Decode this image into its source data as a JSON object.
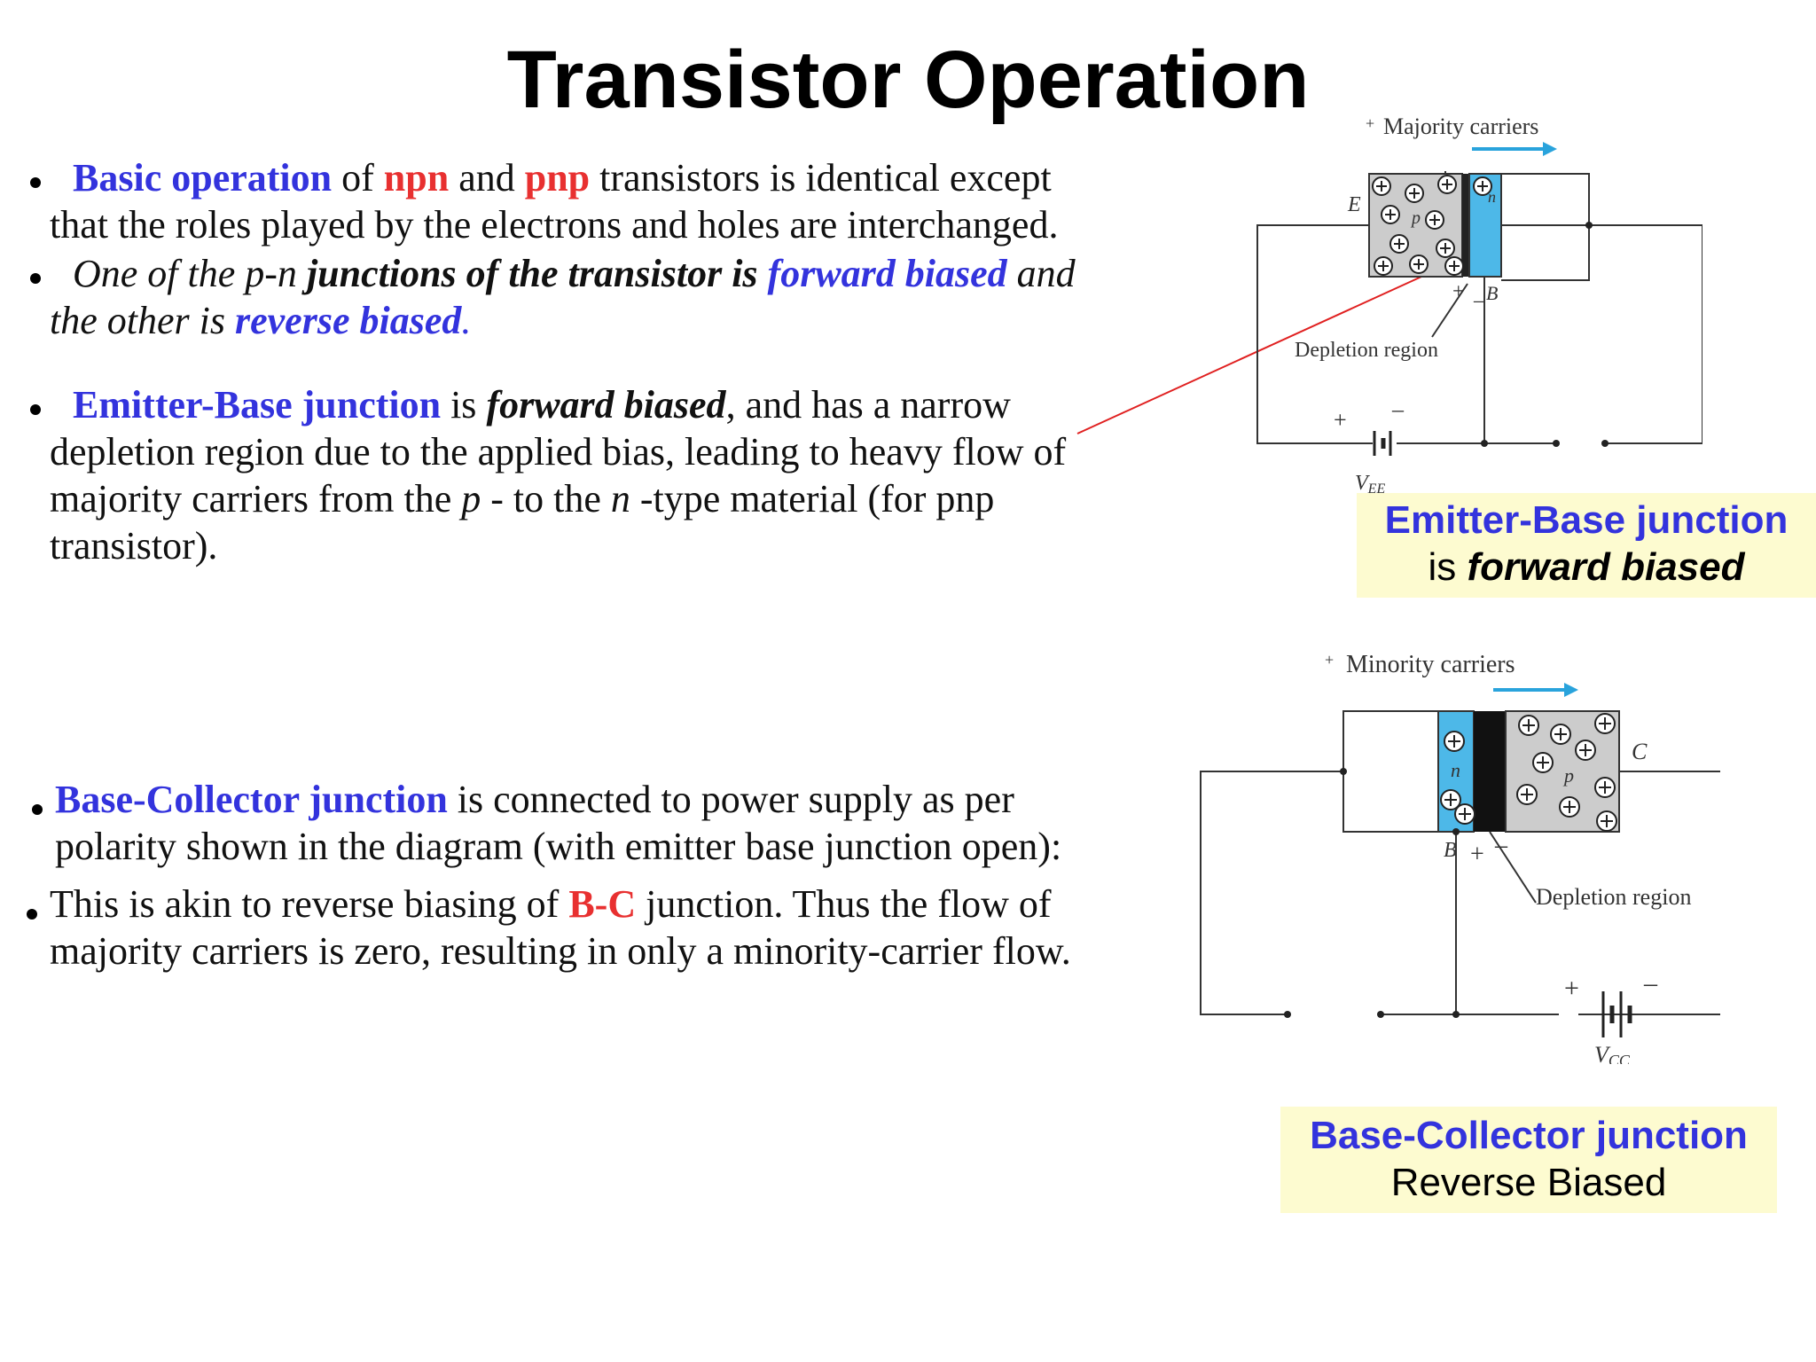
{
  "slide": {
    "title": "Transistor Operation"
  },
  "bullets": {
    "b1": {
      "t1": "Basic operation",
      "t2": " of ",
      "t3": "npn",
      "t4": " and ",
      "t5": "pnp",
      "t6": " transistors is identical except that the roles played by the electrons and holes are interchanged."
    },
    "b2": {
      "t1": "One of the p-n ",
      "t2": "junctions of the transistor is ",
      "t3": "forward biased",
      "t4": " and the other is ",
      "t5": "reverse biased",
      "t6": "."
    },
    "b3": {
      "t1": "Emitter-Base junction",
      "t2": " is ",
      "t3": "forward biased",
      "t4": ", and has a narrow depletion region due to the applied bias, leading to heavy flow of majority carriers from the ",
      "t5": "p",
      "t6": " - to the ",
      "t7": "n",
      "t8": " -type material (for pnp transistor)."
    },
    "b4": {
      "t1": "Base-Collector junction",
      "t2": " is connected to power supply as per polarity shown in the diagram (with emitter base junction open):"
    },
    "b5": {
      "t1": "This is akin to reverse biasing of ",
      "t2": "B-C",
      "t3": " junction. Thus the flow of majority carriers is zero, resulting in only a minority-carrier flow."
    }
  },
  "diagram_eb": {
    "carriers_label": "Majority carriers",
    "plus": "+",
    "minus": "–",
    "e_label": "E",
    "b_label": "B",
    "p_label": "p",
    "n_label": "n",
    "depletion_label": "Depletion region",
    "v_label": "V",
    "v_sub": "EE"
  },
  "diagram_bc": {
    "carriers_label": "Minority carriers",
    "plus": "+",
    "minus": "–",
    "c_label": "C",
    "b_label": "B",
    "p_label": "p",
    "n_label": "n",
    "depletion_label": "Depletion region",
    "v_label": "V",
    "v_sub": "CC"
  },
  "captions": {
    "eb": {
      "line1": "Emitter-Base junction",
      "line2a": "is ",
      "line2b": "forward biased"
    },
    "bc": {
      "line1": "Base-Collector junction",
      "line2": "Reverse Biased"
    }
  },
  "colors": {
    "accent_blue": "#3333dd",
    "accent_red": "#e83030",
    "n_region": "#4db8e8",
    "p_region": "#cccccc",
    "arrow": "#29a3dc",
    "caption_bg": "#fdfbd0"
  }
}
